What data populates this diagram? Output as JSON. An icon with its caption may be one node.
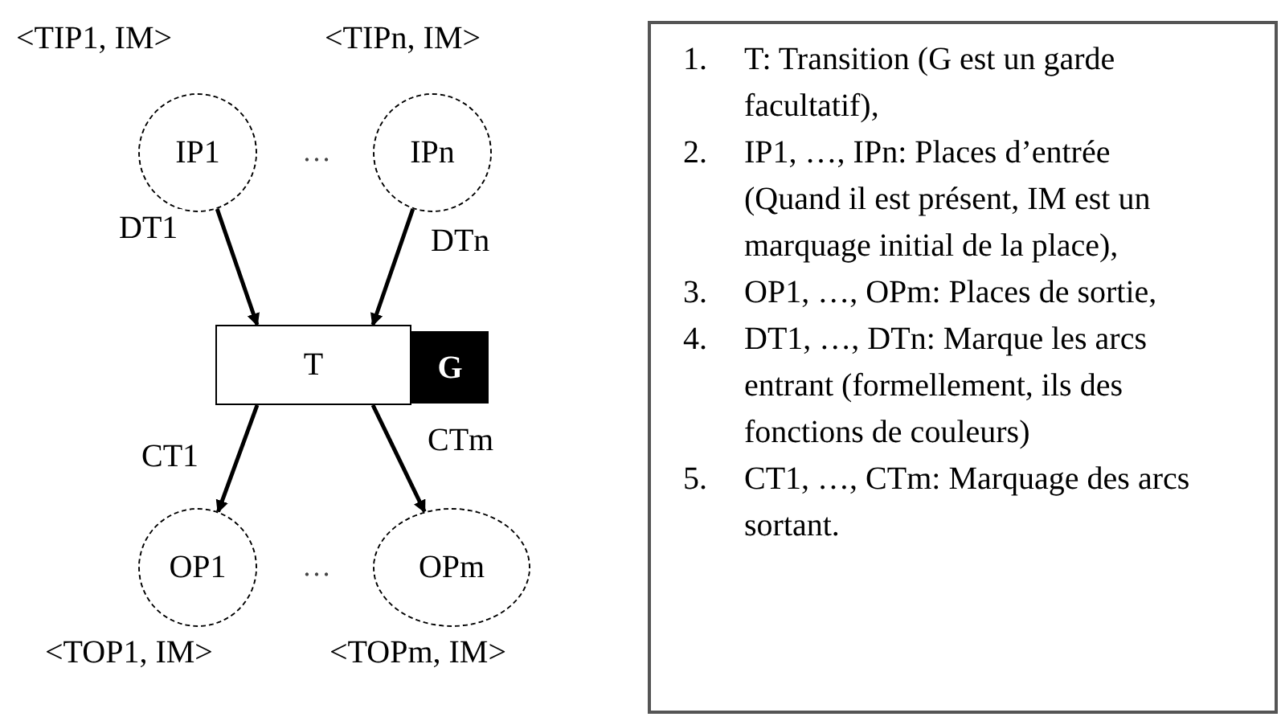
{
  "diagram": {
    "nodes": [
      {
        "text": [
          "IP1"
        ],
        "beside": [
          "<TIP1, IM>"
        ]
      },
      {
        "text": [
          "IPn"
        ],
        "beside": [
          "<TIPn, IM>"
        ]
      },
      {
        "text": [
          "T"
        ]
      },
      {
        "text": [
          "G"
        ]
      },
      {
        "text": [
          "OP1"
        ],
        "beside": [
          "<TOP1, IM>"
        ]
      },
      {
        "text": [
          "OPm"
        ],
        "beside": [
          "<TOPm, IM>"
        ]
      },
      {
        "text": [
          "1.",
          "T: Transition (G est un garde facultatif),",
          "2.",
          "IP1, …, IPn: Places d’entrée (Quand il est présent, IM est un marquage initial de la place),",
          "3.",
          "OP1, …, OPm: Places de sortie,",
          "4.",
          "DT1, …, DTn: Marque les arcs entrant (formellement, ils des fonctions de couleurs)",
          "5.",
          "CT1, …, CTm: Marquage des arcs sortant."
        ]
      }
    ],
    "edges": [
      {
        "from": 0,
        "to": 2,
        "arrow": "to",
        "label": "DT1"
      },
      {
        "from": 1,
        "to": 2,
        "arrow": "to",
        "label": "DTn"
      },
      {
        "from": 2,
        "to": 4,
        "arrow": "to",
        "label": "CT1"
      },
      {
        "from": 2,
        "to": 5,
        "arrow": "to",
        "label": "CTm"
      }
    ],
    "labels": [
      "…",
      "…"
    ]
  }
}
